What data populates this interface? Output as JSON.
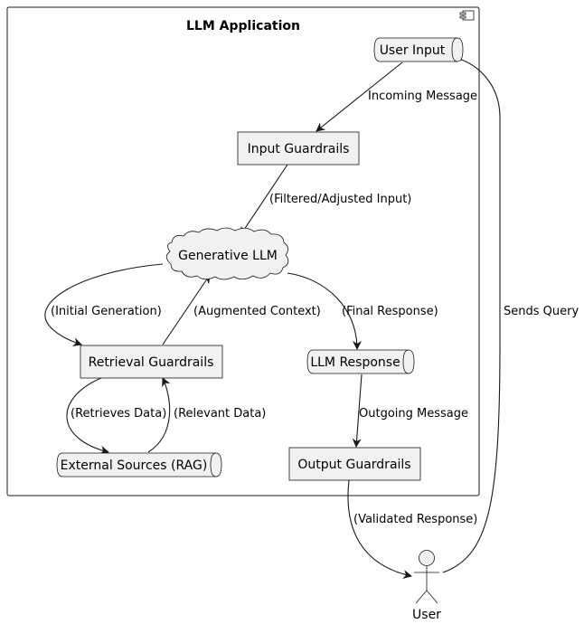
{
  "component": {
    "title": "LLM Application"
  },
  "nodes": {
    "user_input": "User Input",
    "input_guardrails": "Input Guardrails",
    "generative_llm": "Generative LLM",
    "retrieval_guardrails": "Retrieval Guardrails",
    "external_sources": "External Sources (RAG)",
    "llm_response": "LLM Response",
    "output_guardrails": "Output Guardrails",
    "user": "User"
  },
  "edges": {
    "incoming_message": "Incoming Message",
    "filtered_input": "(Filtered/Adjusted Input)",
    "initial_generation": "(Initial Generation)",
    "augmented_context": "(Augmented Context)",
    "final_response": "(Final Response)",
    "retrieves_data": "(Retrieves Data)",
    "relevant_data": "(Relevant Data)",
    "outgoing_message": "Outgoing Message",
    "validated_response": "(Validated Response)",
    "sends_query": "Sends Query"
  }
}
